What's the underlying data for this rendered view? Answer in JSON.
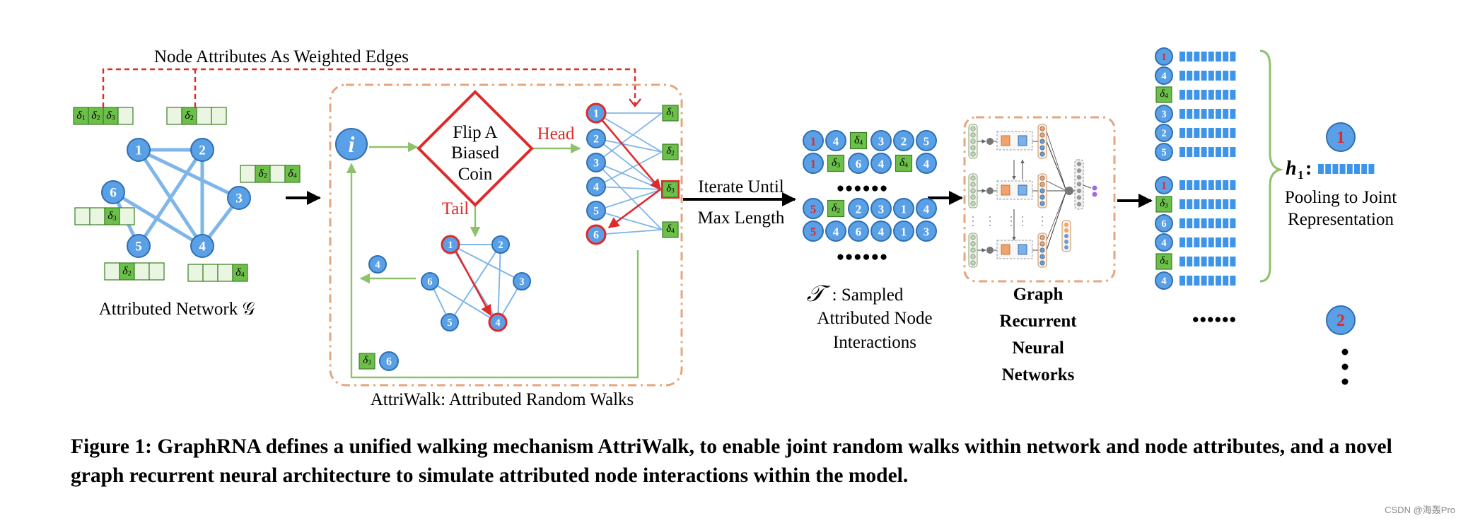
{
  "figure": {
    "top_label": "Node Attributes As Weighted Edges",
    "network_label": "Attributed Network 𝒢",
    "attriwalk_label": "AttriWalk: Attributed Random Walks",
    "coin_lines": [
      "Flip A",
      "Biased",
      "Coin"
    ],
    "head_label": "Head",
    "tail_label": "Tail",
    "iterate_lines": [
      "Iterate Until",
      "Max Length"
    ],
    "sampled_symbol": "𝒯",
    "sampled_lines": [
      ": Sampled",
      "Attributed Node",
      "Interactions"
    ],
    "grnn_lines": [
      "Graph",
      "Recurrent",
      "Neural",
      "Networks"
    ],
    "pooling_lines": [
      "Pooling to Joint",
      "Representation"
    ],
    "h_symbol": "h",
    "h_subscript": "1",
    "h_colon": ":",
    "start_node": "i",
    "ellipsis_dots": "● ● ● ● ● ●",
    "colors": {
      "node_fill": "#5aa0e6",
      "node_stroke": "#2f6fb3",
      "edge_blue": "#7fb6ea",
      "red": "#e02a2a",
      "green": "#8dc26a",
      "attr_green": "#6cc04a",
      "orange_dash": "#e6a57d",
      "cell_blue": "#3d94e8"
    }
  },
  "network_nodes": [
    "1",
    "2",
    "3",
    "4",
    "5",
    "6"
  ],
  "attribute_symbols": [
    "δ1",
    "δ2",
    "δ3",
    "δ4"
  ],
  "sequences": [
    [
      "1",
      "4",
      "δ4",
      "3",
      "2",
      "5"
    ],
    [
      "1",
      "δ3",
      "6",
      "4",
      "δ4",
      "4"
    ],
    [
      "5",
      "δ2",
      "2",
      "3",
      "1",
      "4"
    ],
    [
      "5",
      "4",
      "6",
      "4",
      "1",
      "3"
    ]
  ],
  "representation_tokens": [
    [
      "1",
      "4",
      "δ4",
      "3",
      "2",
      "5"
    ],
    [
      "1",
      "δ3",
      "6",
      "4",
      "δ4",
      "4"
    ]
  ],
  "pooled_nodes": [
    "1",
    "2"
  ],
  "caption": "Figure 1: GraphRNA defines a unified walking mechanism AttriWalk, to enable joint random walks within network and node attributes, and a novel graph recurrent neural architecture to simulate attributed node interactions within the model.",
  "watermark": "CSDN @海轰Pro"
}
